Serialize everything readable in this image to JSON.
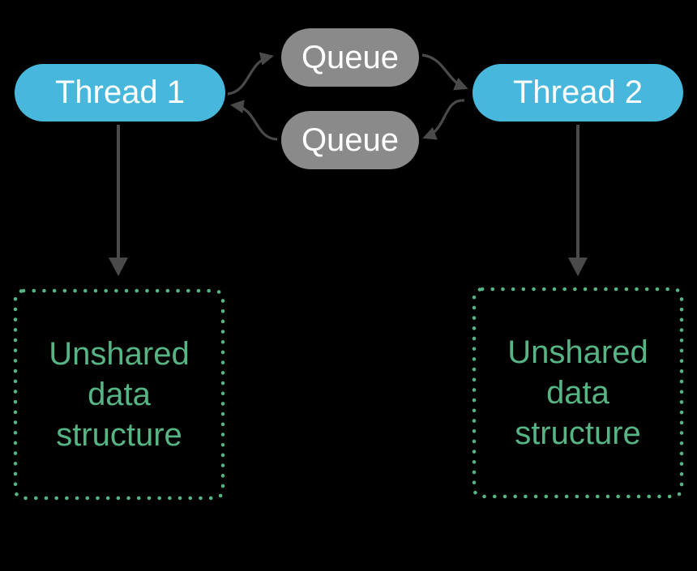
{
  "colors": {
    "background": "#000000",
    "thread-fill": "#47b7db",
    "queue-fill": "#8a8a8a",
    "node-text": "#ffffff",
    "arrow": "#4a4a4a",
    "green": "#57b484"
  },
  "diagram": {
    "nodes": {
      "thread1": {
        "label": "Thread 1"
      },
      "thread2": {
        "label": "Thread 2"
      },
      "queue_top": {
        "label": "Queue"
      },
      "queue_bottom": {
        "label": "Queue"
      },
      "unshared_left": {
        "lines": [
          "Unshared",
          "data",
          "structure"
        ]
      },
      "unshared_right": {
        "lines": [
          "Unshared",
          "data",
          "structure"
        ]
      }
    },
    "edges": [
      {
        "from": "thread1",
        "to": "queue_top"
      },
      {
        "from": "queue_top",
        "to": "thread2"
      },
      {
        "from": "thread2",
        "to": "queue_bottom"
      },
      {
        "from": "queue_bottom",
        "to": "thread1"
      },
      {
        "from": "thread1",
        "to": "unshared_left"
      },
      {
        "from": "thread2",
        "to": "unshared_right"
      }
    ]
  }
}
